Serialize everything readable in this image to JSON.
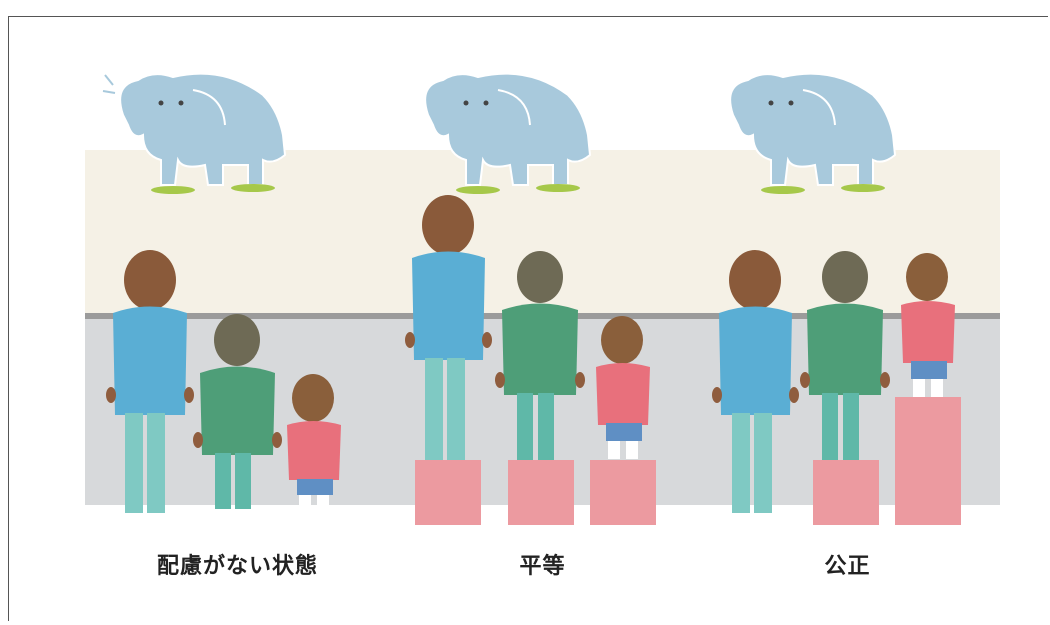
{
  "panels": [
    {
      "id": "no-consideration",
      "caption": "配慮がない状態"
    },
    {
      "id": "equality",
      "caption": "平等"
    },
    {
      "id": "equity",
      "caption": "公正"
    }
  ],
  "colors": {
    "sky": "#f5f1e6",
    "wall_top": "#9b9b9b",
    "wall": "#d7d9db",
    "box": "#ec9aa0",
    "elephant": "#a8c9dc",
    "elephant_outline": "#ffffff",
    "grass": "#a6c84a",
    "tall_shirt": "#5aaed4",
    "tall_pants": "#7fc9c3",
    "mid_shirt": "#4e9e78",
    "mid_pants": "#5fb8a8",
    "small_shirt": "#e8707c",
    "small_pants": "#5f8fc4",
    "hair_tall": "#8a5a3a",
    "hair_mid": "#6e6a55",
    "hair_small": "#8a5f3b",
    "skin": "#8f5d3e"
  }
}
